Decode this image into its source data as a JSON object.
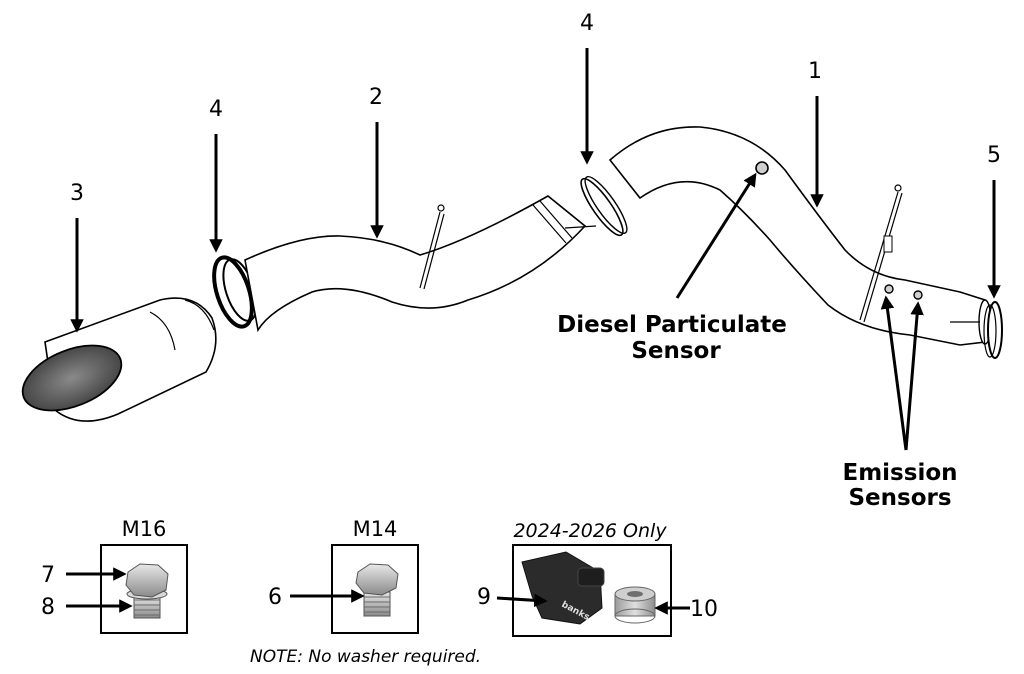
{
  "callouts": {
    "c1": "1",
    "c2": "2",
    "c3": "3",
    "c4a": "4",
    "c4b": "4",
    "c5": "5",
    "c6": "6",
    "c7": "7",
    "c8": "8",
    "c9": "9",
    "c10": "10"
  },
  "sensors": {
    "dps_line1": "Diesel Particulate",
    "dps_line2": "Sensor",
    "emission_line1": "Emission",
    "emission_line2": "Sensors"
  },
  "boxes": {
    "m16": "M16",
    "m14": "M14",
    "years": "2024-2026 Only"
  },
  "note": "NOTE: No washer required.",
  "brand_mark": "banks",
  "colors": {
    "line": "#000000",
    "tip_inner": "#555555",
    "part_fill": "#9c9c9c"
  }
}
